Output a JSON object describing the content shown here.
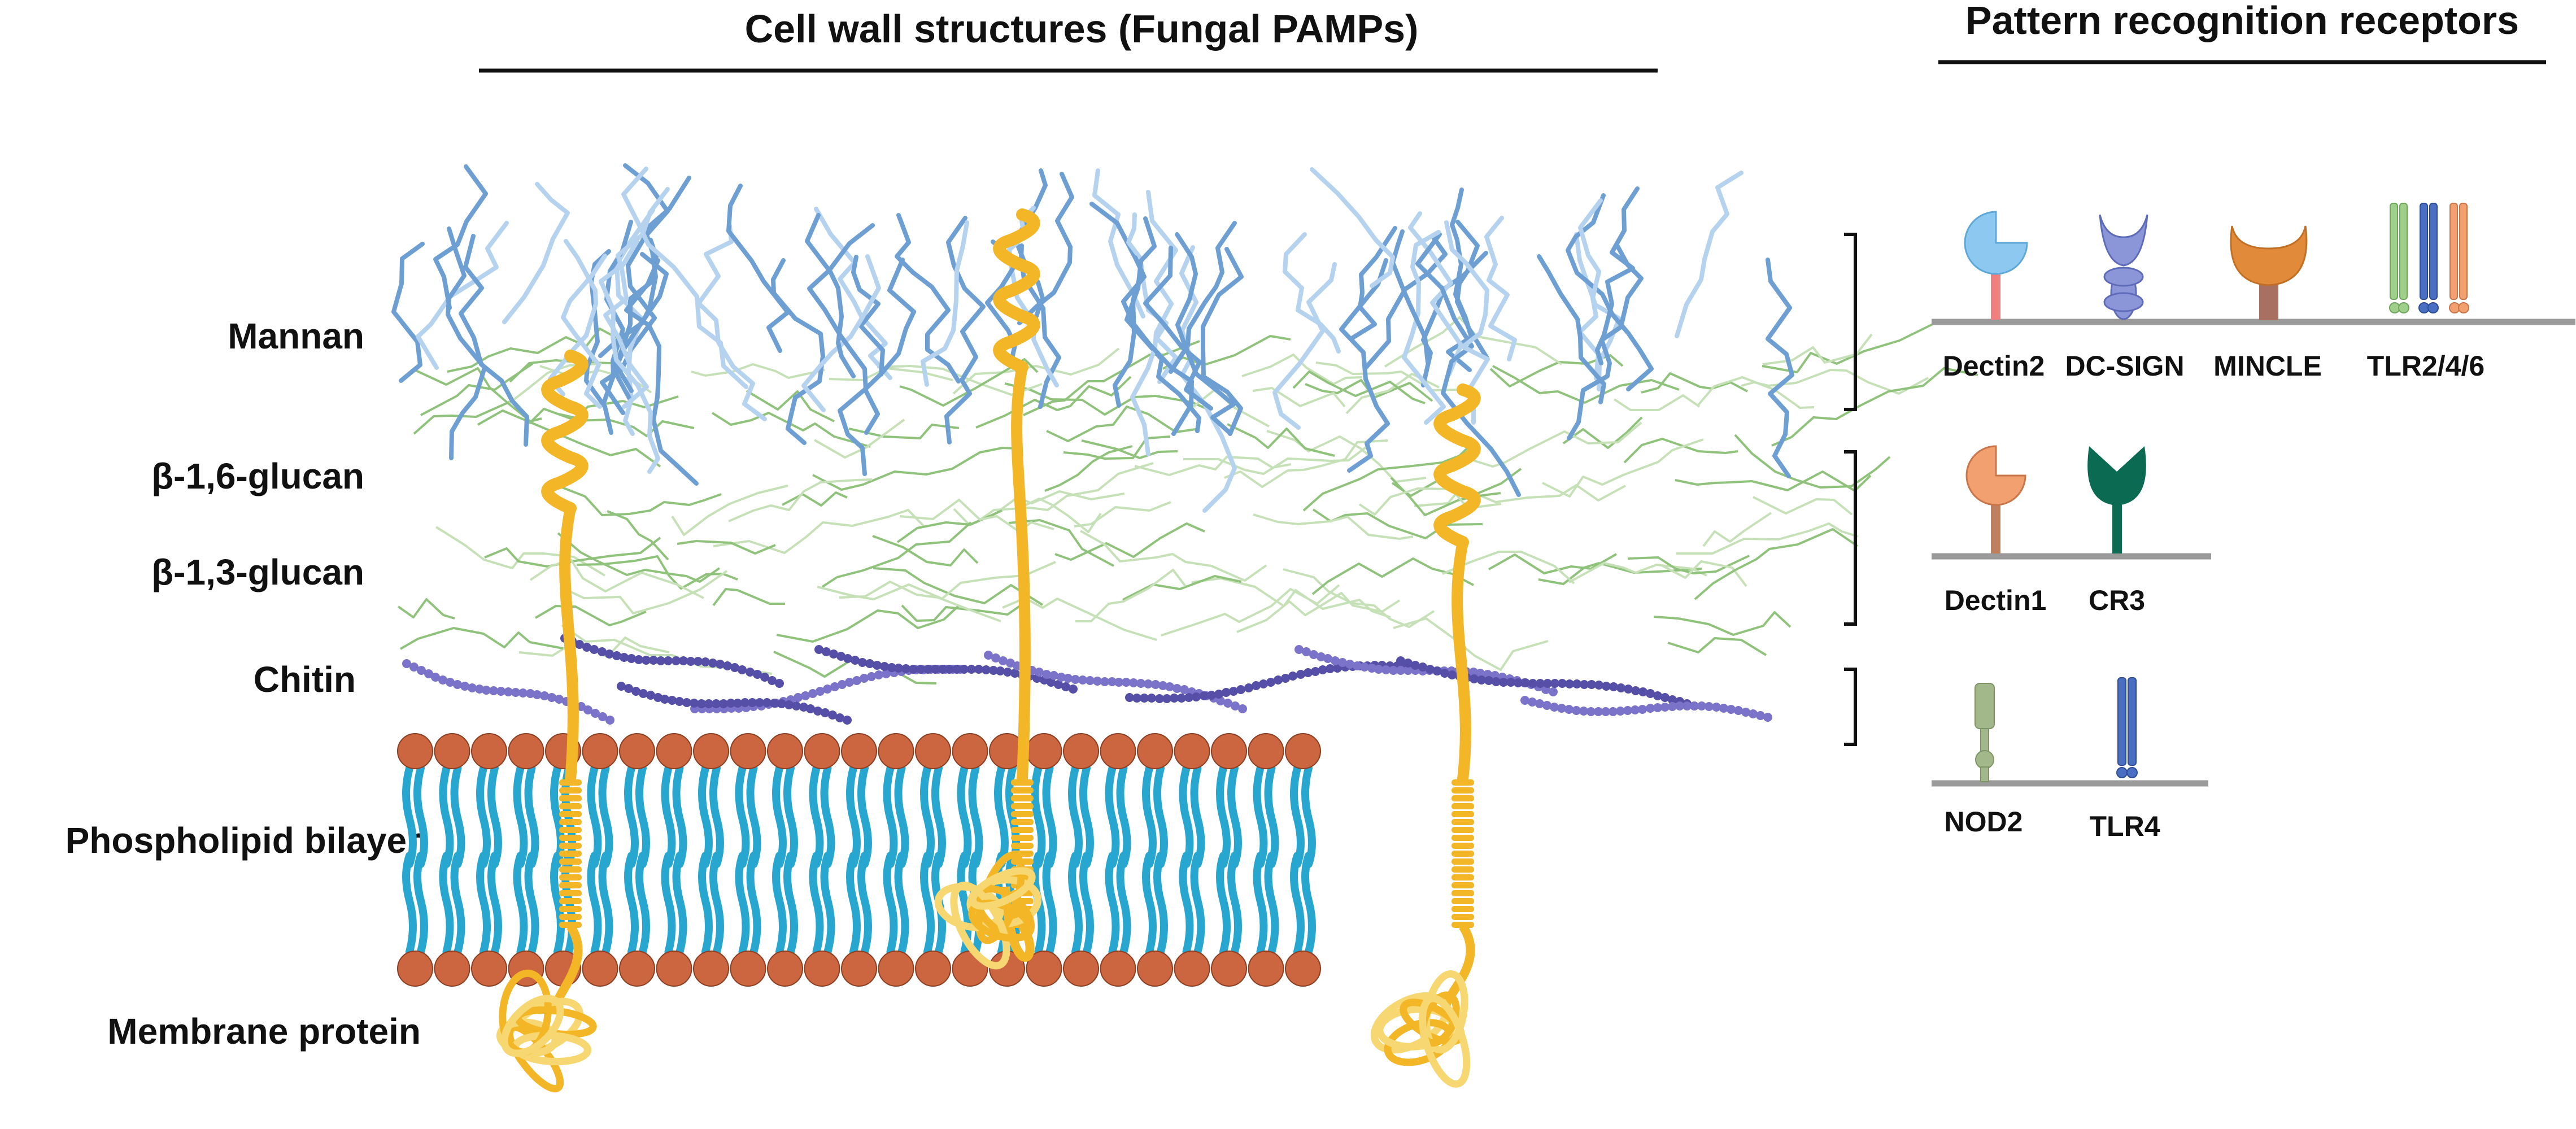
{
  "headers": {
    "cell_wall": "Cell wall structures (Fungal PAMPs)",
    "receptors": "Pattern recognition receptors"
  },
  "layers": [
    {
      "key": "mannan",
      "label": "Mannan"
    },
    {
      "key": "b16",
      "label": "β-1,6-glucan"
    },
    {
      "key": "b13",
      "label": "β-1,3-glucan"
    },
    {
      "key": "chitin",
      "label": "Chitin"
    },
    {
      "key": "bilayer",
      "label": "Phospholipid bilayer"
    },
    {
      "key": "protein",
      "label": "Membrane protein"
    }
  ],
  "receptor_groups": [
    {
      "receptors": [
        {
          "label": "Dectin2",
          "icon": "dectin2-receptor-icon"
        },
        {
          "label": "DC-SIGN",
          "icon": "dc-sign-receptor-icon"
        },
        {
          "label": "MINCLE",
          "icon": "mincle-receptor-icon"
        },
        {
          "label": "TLR2/4/6",
          "icon": "tlr246-receptor-icon"
        }
      ]
    },
    {
      "receptors": [
        {
          "label": "Dectin1",
          "icon": "dectin1-receptor-icon"
        },
        {
          "label": "CR3",
          "icon": "cr3-receptor-icon"
        }
      ]
    },
    {
      "receptors": [
        {
          "label": "NOD2",
          "icon": "nod2-receptor-icon"
        },
        {
          "label": "TLR4",
          "icon": "tlr4-receptor-icon"
        }
      ]
    }
  ],
  "colors": {
    "mannan": "#6e9fd3",
    "mannan_light": "#b5d3ef",
    "glucan": "#8fc27a",
    "glucan_light": "#c6e1b7",
    "chitin": "#7b73c9",
    "chitin_dark": "#564fa8",
    "phospholipid_head": "#cc6640",
    "phospholipid_tail": "#27a7cf",
    "protein": "#f2b627",
    "protein_light": "#f7d772",
    "dectin2": "#8cc8f0",
    "dectin2_stalk": "#f08080",
    "dc_sign": "#8a96d8",
    "mincle": "#e08a3a",
    "mincle_stalk": "#a87060",
    "tlr2": "#9fcf8a",
    "tlr4": "#4a6fc2",
    "tlr6": "#f2a070",
    "dectin1": "#f2a070",
    "dectin1_stalk": "#c08060",
    "cr3": "#0b6b52",
    "nod2": "#a2b88a",
    "membrane_line": "#999999"
  }
}
